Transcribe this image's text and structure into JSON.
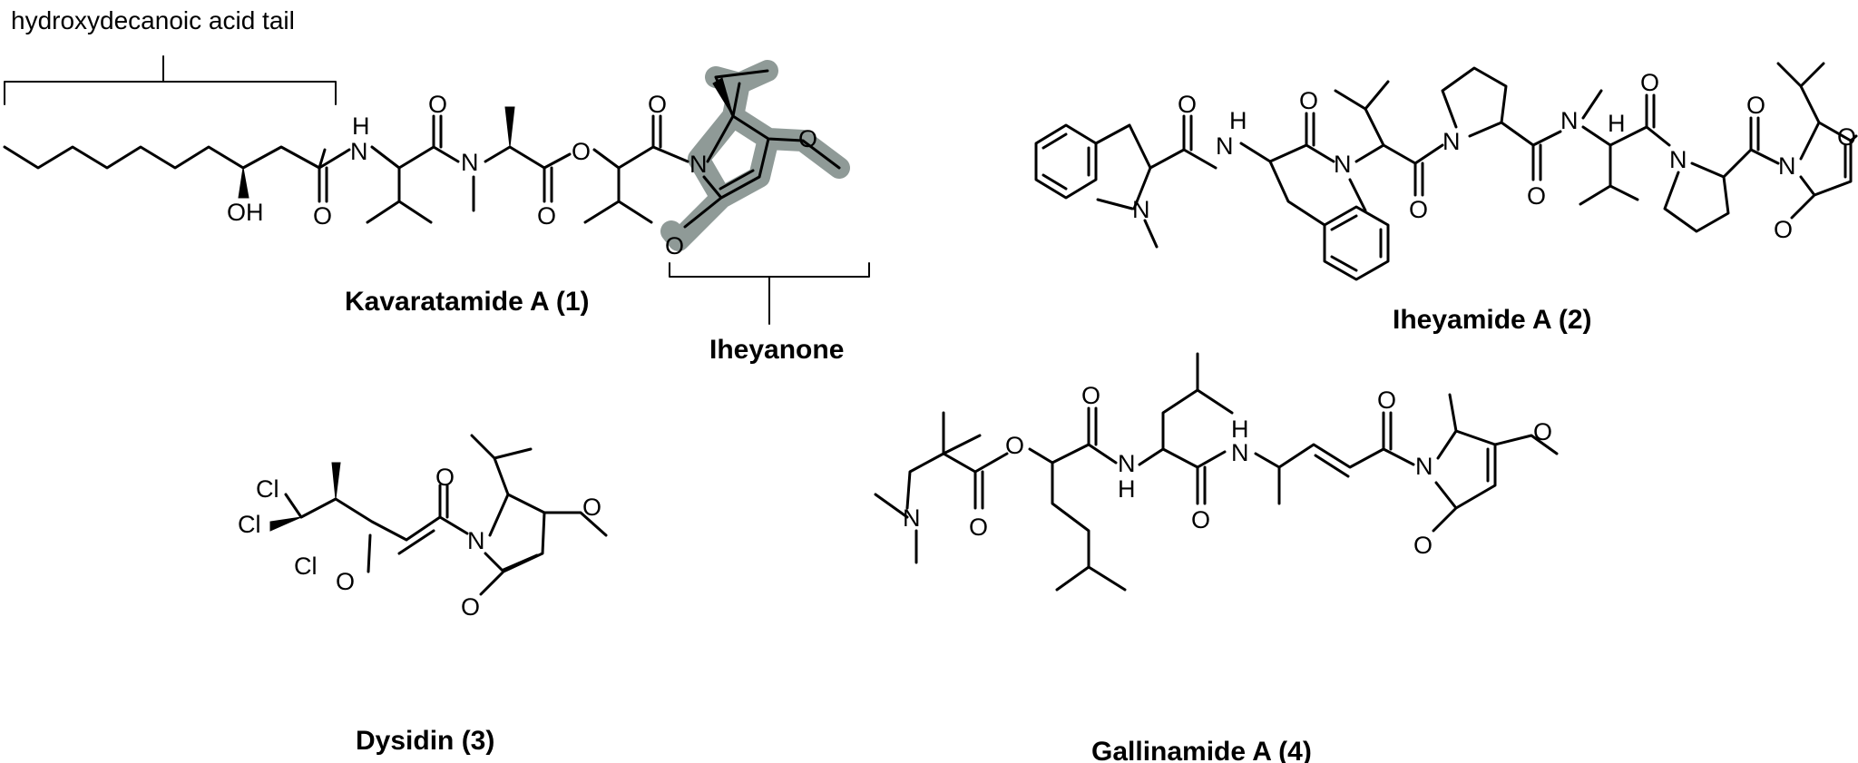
{
  "figure": {
    "annotation_tail": "hydroxydecanoic acid tail",
    "annotation_iheyanone": "Iheyanone",
    "compounds": [
      {
        "caption": "Kavaratamide A (1)"
      },
      {
        "caption": "Iheyamide A (2)"
      },
      {
        "caption": "Dysidin (3)"
      },
      {
        "caption": "Gallinamide A (4)"
      }
    ],
    "atom_labels": {
      "O": "O",
      "OH": "OH",
      "N": "N",
      "H": "H",
      "Cl": "Cl"
    },
    "colors": {
      "highlight": "#8f9a97",
      "ink": "#000000"
    }
  }
}
